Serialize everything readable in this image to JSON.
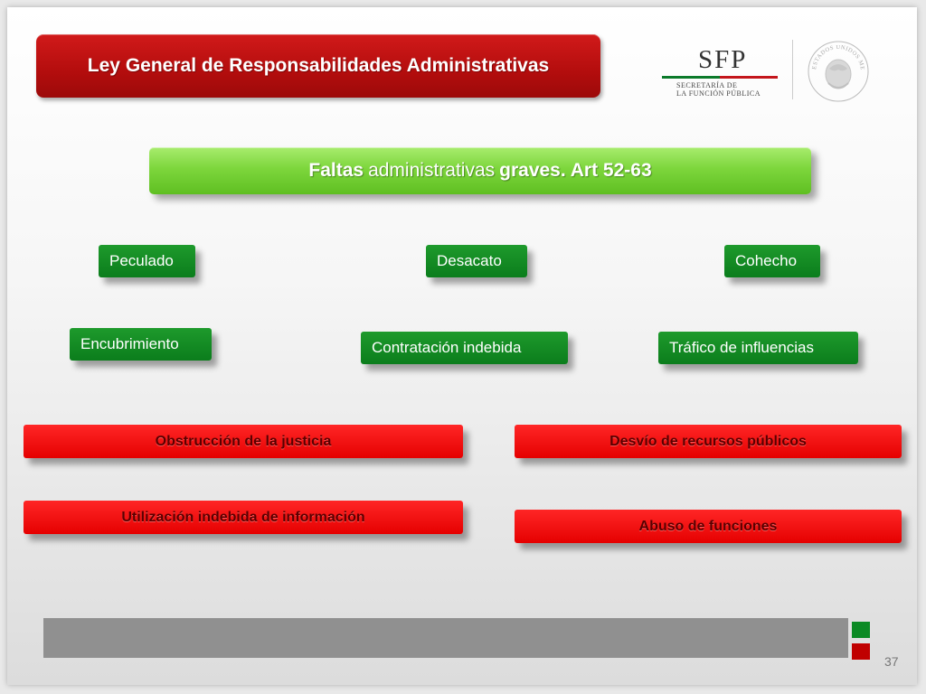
{
  "title": "Ley General de Responsabilidades Administrativas",
  "logo": {
    "name": "SFP",
    "subtitle_line1": "SECRETARÍA DE",
    "subtitle_line2": "LA FUNCIÓN PÚBLICA",
    "seal_icon": "mexican-coat-of-arms-seal",
    "seal_text": "ESTADOS UNIDOS MEXICANOS",
    "colors": {
      "green": "#0b7a2a",
      "red": "#c4161c"
    }
  },
  "header": {
    "part1": "Faltas",
    "part2": "administrativas",
    "part3": "graves. Art 52-63"
  },
  "green_items": [
    "Peculado",
    "Desacato",
    "Cohecho",
    "Encubrimiento",
    "Contratación indebida",
    "Tráfico de influencias"
  ],
  "red_items": [
    "Obstrucción de la justicia",
    "Desvío de recursos públicos",
    "Utilización indebida de información",
    "Abuso de funciones"
  ],
  "page_number": "37",
  "colors": {
    "title_red": "#b30d0d",
    "header_green": "#7dd63c",
    "box_green": "#0b7d1c",
    "box_red": "#e50000",
    "footer_gray": "#909090"
  }
}
